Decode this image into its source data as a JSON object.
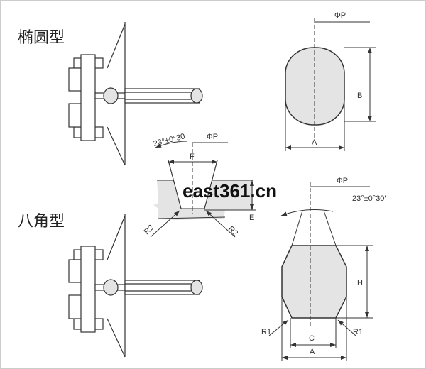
{
  "titles": {
    "oval": "椭圆型",
    "octagon": "八角型"
  },
  "oval_dims": {
    "p": "ΦP",
    "b": "B",
    "a": "A"
  },
  "groove_dims": {
    "angle": "23°±0°30′",
    "p": "ΦP",
    "f": "F",
    "e": "E",
    "r2_left": "R2",
    "r2_right": "R2"
  },
  "octagon_dims": {
    "p": "ΦP",
    "angle": "23°±0°30′",
    "h": "H",
    "c": "C",
    "a": "A",
    "r1_left": "R1",
    "r1_right": "R1"
  },
  "watermark": "east361.cn",
  "colors": {
    "fill": "#e4e4e4",
    "line": "#333333"
  }
}
